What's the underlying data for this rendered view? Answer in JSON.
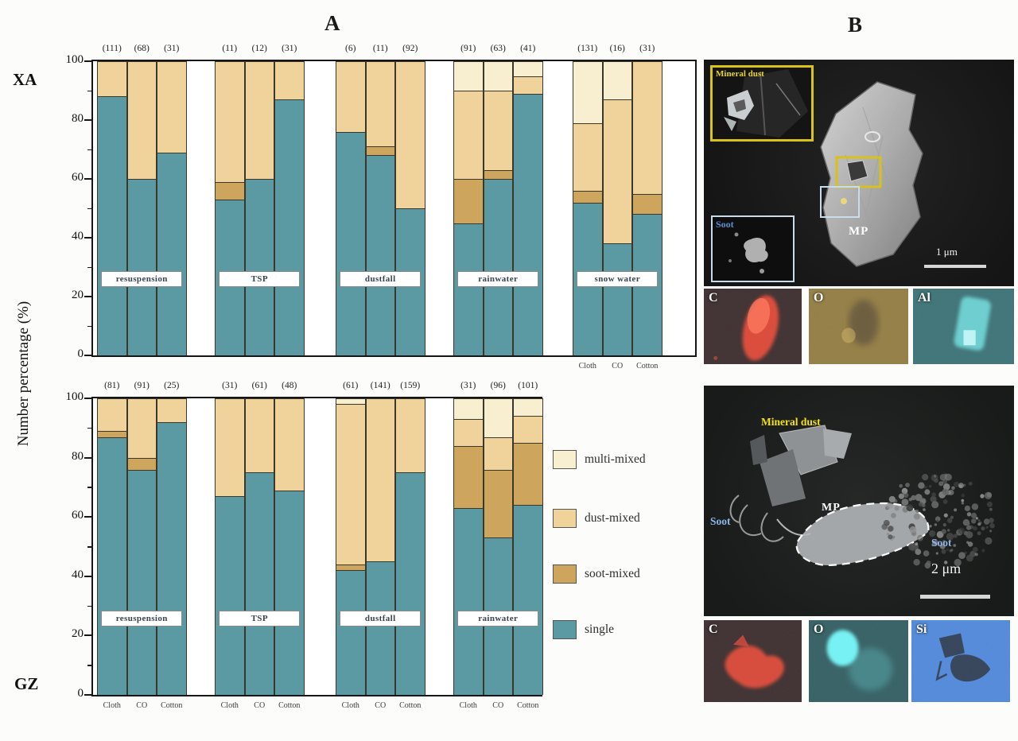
{
  "figure": {
    "panel_a_label": "A",
    "panel_b_label": "B",
    "row_labels": {
      "top": "XA",
      "bottom": "GZ"
    },
    "y_axis_title": "Number percentage (%)"
  },
  "legend": [
    {
      "key": "multi_mixed",
      "label": "multi-mixed",
      "color": "#f7efcf"
    },
    {
      "key": "dust_mixed",
      "label": "dust-mixed",
      "color": "#efd39a"
    },
    {
      "key": "soot_mixed",
      "label": "soot-mixed",
      "color": "#cda55c"
    },
    {
      "key": "single",
      "label": "single",
      "color": "#5b9aa2"
    }
  ],
  "chart_data": [
    {
      "type": "bar",
      "stacked": true,
      "row": "XA",
      "ylabel": "Number percentage (%)",
      "ylim": [
        0,
        100
      ],
      "y_ticks": [
        0,
        20,
        40,
        60,
        80,
        100
      ],
      "stack_order_bottom_to_top": [
        "single",
        "soot_mixed",
        "dust_mixed",
        "multi_mixed"
      ],
      "x_bar_labels": [
        "Cloth",
        "CO",
        "Cotton"
      ],
      "groups": [
        {
          "label": "resuspension",
          "counts": [
            "(111)",
            "(68)",
            "(31)"
          ],
          "show_x_labels": false,
          "bars": [
            {
              "single": 88,
              "soot_mixed": 0,
              "dust_mixed": 12,
              "multi_mixed": 0
            },
            {
              "single": 60,
              "soot_mixed": 0,
              "dust_mixed": 40,
              "multi_mixed": 0
            },
            {
              "single": 69,
              "soot_mixed": 0,
              "dust_mixed": 31,
              "multi_mixed": 0
            }
          ]
        },
        {
          "label": "TSP",
          "counts": [
            "(11)",
            "(12)",
            "(31)"
          ],
          "show_x_labels": false,
          "bars": [
            {
              "single": 53,
              "soot_mixed": 6,
              "dust_mixed": 41,
              "multi_mixed": 0
            },
            {
              "single": 60,
              "soot_mixed": 0,
              "dust_mixed": 40,
              "multi_mixed": 0
            },
            {
              "single": 87,
              "soot_mixed": 0,
              "dust_mixed": 13,
              "multi_mixed": 0
            }
          ]
        },
        {
          "label": "dustfall",
          "counts": [
            "(6)",
            "(11)",
            "(92)"
          ],
          "show_x_labels": false,
          "bars": [
            {
              "single": 76,
              "soot_mixed": 0,
              "dust_mixed": 24,
              "multi_mixed": 0
            },
            {
              "single": 68,
              "soot_mixed": 3,
              "dust_mixed": 29,
              "multi_mixed": 0
            },
            {
              "single": 50,
              "soot_mixed": 0,
              "dust_mixed": 50,
              "multi_mixed": 0
            }
          ]
        },
        {
          "label": "rainwater",
          "counts": [
            "(91)",
            "(63)",
            "(41)"
          ],
          "show_x_labels": false,
          "bars": [
            {
              "single": 45,
              "soot_mixed": 15,
              "dust_mixed": 30,
              "multi_mixed": 10
            },
            {
              "single": 60,
              "soot_mixed": 3,
              "dust_mixed": 27,
              "multi_mixed": 10
            },
            {
              "single": 89,
              "soot_mixed": 0,
              "dust_mixed": 6,
              "multi_mixed": 5
            }
          ]
        },
        {
          "label": "snow water",
          "counts": [
            "(131)",
            "(16)",
            "(31)"
          ],
          "show_x_labels": true,
          "bars": [
            {
              "single": 52,
              "soot_mixed": 4,
              "dust_mixed": 23,
              "multi_mixed": 21
            },
            {
              "single": 38,
              "soot_mixed": 0,
              "dust_mixed": 49,
              "multi_mixed": 13
            },
            {
              "single": 48,
              "soot_mixed": 7,
              "dust_mixed": 45,
              "multi_mixed": 0
            }
          ]
        }
      ]
    },
    {
      "type": "bar",
      "stacked": true,
      "row": "GZ",
      "ylabel": "Number percentage (%)",
      "ylim": [
        0,
        100
      ],
      "y_ticks": [
        0,
        20,
        40,
        60,
        80,
        100
      ],
      "stack_order_bottom_to_top": [
        "single",
        "soot_mixed",
        "dust_mixed",
        "multi_mixed"
      ],
      "x_bar_labels": [
        "Cloth",
        "CO",
        "Cotton"
      ],
      "groups": [
        {
          "label": "resuspension",
          "counts": [
            "(81)",
            "(91)",
            "(25)"
          ],
          "show_x_labels": true,
          "bars": [
            {
              "single": 87,
              "soot_mixed": 2,
              "dust_mixed": 11,
              "multi_mixed": 0
            },
            {
              "single": 76,
              "soot_mixed": 4,
              "dust_mixed": 20,
              "multi_mixed": 0
            },
            {
              "single": 92,
              "soot_mixed": 0,
              "dust_mixed": 8,
              "multi_mixed": 0
            }
          ]
        },
        {
          "label": "TSP",
          "counts": [
            "(31)",
            "(61)",
            "(48)"
          ],
          "show_x_labels": true,
          "bars": [
            {
              "single": 67,
              "soot_mixed": 0,
              "dust_mixed": 33,
              "multi_mixed": 0
            },
            {
              "single": 75,
              "soot_mixed": 0,
              "dust_mixed": 25,
              "multi_mixed": 0
            },
            {
              "single": 69,
              "soot_mixed": 0,
              "dust_mixed": 31,
              "multi_mixed": 0
            }
          ]
        },
        {
          "label": "dustfall",
          "counts": [
            "(61)",
            "(141)",
            "(159)"
          ],
          "show_x_labels": true,
          "bars": [
            {
              "single": 42,
              "soot_mixed": 2,
              "dust_mixed": 54,
              "multi_mixed": 2
            },
            {
              "single": 45,
              "soot_mixed": 0,
              "dust_mixed": 55,
              "multi_mixed": 0
            },
            {
              "single": 75,
              "soot_mixed": 0,
              "dust_mixed": 25,
              "multi_mixed": 0
            }
          ]
        },
        {
          "label": "rainwater",
          "counts": [
            "(31)",
            "(96)",
            "(101)"
          ],
          "show_x_labels": true,
          "bars": [
            {
              "single": 63,
              "soot_mixed": 21,
              "dust_mixed": 9,
              "multi_mixed": 7
            },
            {
              "single": 53,
              "soot_mixed": 23,
              "dust_mixed": 11,
              "multi_mixed": 13
            },
            {
              "single": 64,
              "soot_mixed": 21,
              "dust_mixed": 9,
              "multi_mixed": 6
            }
          ]
        }
      ]
    }
  ],
  "panel_b": {
    "top_image": {
      "inset_yellow_label": "Mineral dust",
      "inset_blue_label": "Soot",
      "particle_label": "MP",
      "scale_text": "1 μm"
    },
    "top_maps": [
      {
        "element": "C",
        "bg": "#150404",
        "accent": "#d32410",
        "shape": "rod"
      },
      {
        "element": "O",
        "bg": "#7c611d",
        "accent": "#3a2c08",
        "shape": "darkspot"
      },
      {
        "element": "Al",
        "bg": "#14555a",
        "accent": "#55d6d6",
        "shape": "brightrod"
      }
    ],
    "bottom_image": {
      "mineral_label": "Mineral dust",
      "particle_label": "MP",
      "soot_label_left": "Soot",
      "soot_label_right": "Soot",
      "scale_text": "2 μm"
    },
    "bottom_maps": [
      {
        "element": "C",
        "bg": "#150303",
        "accent": "#cf2110",
        "shape": "blob"
      },
      {
        "element": "O",
        "bg": "#093d42",
        "accent": "#54eef0",
        "shape": "brightpatch"
      },
      {
        "element": "Si",
        "bg": "#2b6fd0",
        "accent": "#081a35",
        "shape": "silhouette"
      }
    ]
  }
}
